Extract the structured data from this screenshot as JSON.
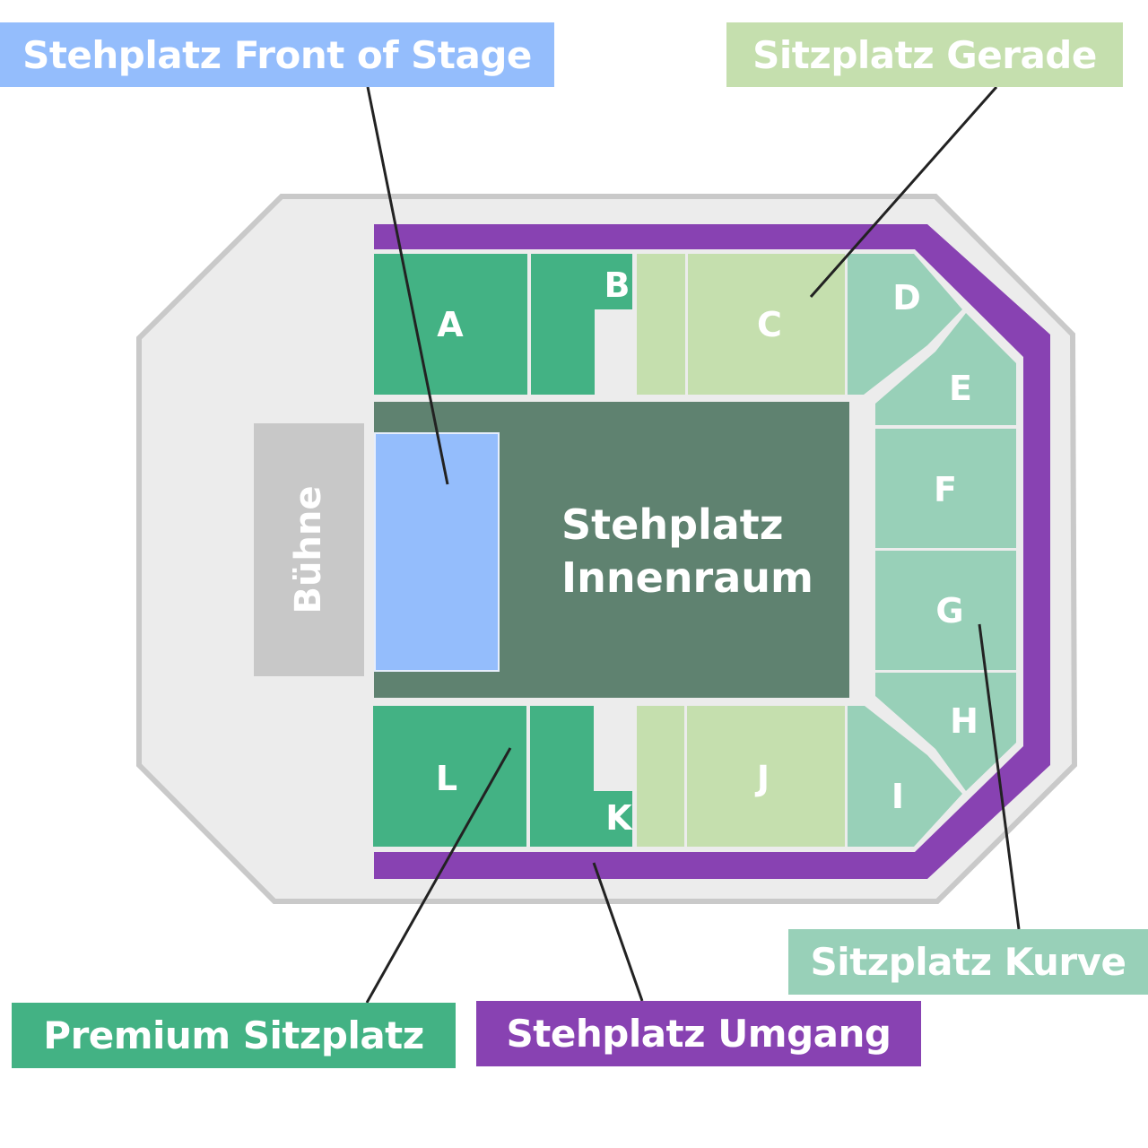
{
  "stage_label": "Bühne",
  "center_label": [
    "Stehplatz",
    "Innenraum"
  ],
  "sections": {
    "A": "A",
    "B": "B",
    "C": "C",
    "D": "D",
    "E": "E",
    "F": "F",
    "G": "G",
    "H": "H",
    "I": "I",
    "J": "J",
    "K": "K",
    "L": "L"
  },
  "legend": {
    "front_of_stage": "Stehplatz Front of Stage",
    "gerade": "Sitzplatz Gerade",
    "kurve": "Sitzplatz Kurve",
    "premium": "Premium Sitzplatz",
    "umgang": "Stehplatz Umgang"
  },
  "colors": {
    "premium": "#43b284",
    "gerade": "#c5dfae",
    "kurve": "#98d0b8",
    "innenraum": "#5f8270",
    "front_of_stage": "#94bdfc",
    "umgang": "#8842b2",
    "venue_floor": "#ececec",
    "venue_border": "#c9c9c9",
    "stage": "#c8c8c8",
    "leader_line": "#222222"
  }
}
